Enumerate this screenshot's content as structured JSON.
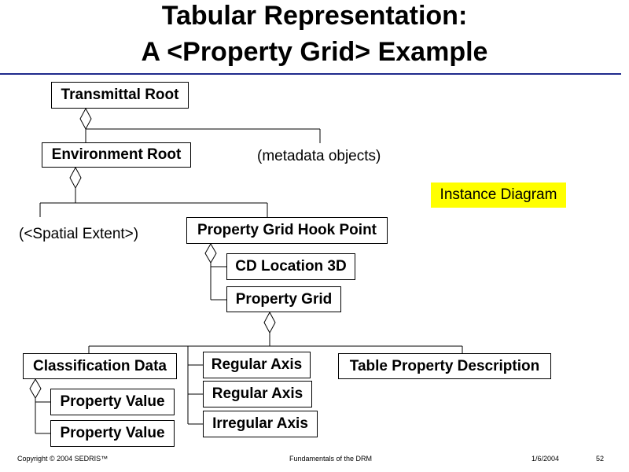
{
  "slide": {
    "title_line1": "Tabular Representation:",
    "title_line2": "A <Property Grid> Example",
    "accent_color": "#1f2a8c",
    "badge_color": "#ffff00"
  },
  "diagram": {
    "badge": "Instance Diagram",
    "nodes": {
      "transmittal_root": "Transmittal Root",
      "environment_root": "Environment Root",
      "metadata_objects": "(metadata objects)",
      "spatial_extent": "(<Spatial Extent>)",
      "property_grid_hook_point": "Property Grid Hook Point",
      "cd_location_3d": "CD Location 3D",
      "property_grid": "Property Grid",
      "classification_data": "Classification Data",
      "regular_axis_1": "Regular Axis",
      "regular_axis_2": "Regular Axis",
      "irregular_axis": "Irregular Axis",
      "table_property_description": "Table Property Description",
      "property_value_1": "Property Value",
      "property_value_2": "Property Value"
    }
  },
  "footer": {
    "copyright": "Copyright © 2004 SEDRIS™",
    "course": "Fundamentals of the DRM",
    "date": "1/6/2004",
    "page": "52"
  }
}
